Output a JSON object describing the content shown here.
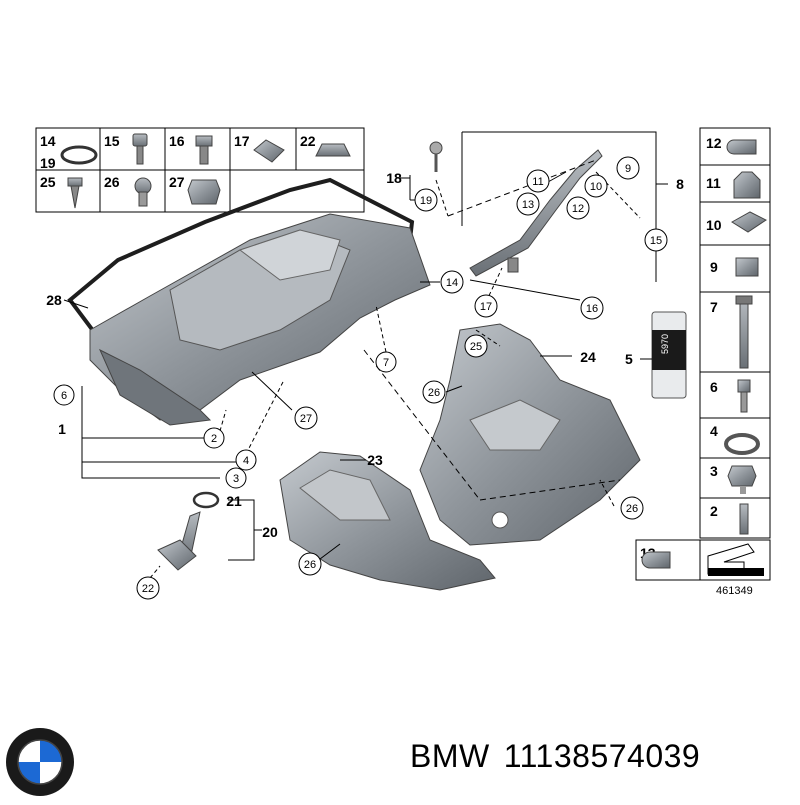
{
  "diagram": {
    "reference_number": "461349",
    "left_grid": [
      {
        "label": "14"
      },
      {
        "label": "15"
      },
      {
        "label": "16"
      },
      {
        "label": "17"
      },
      {
        "label": "22"
      },
      {
        "label": "19"
      },
      {
        "label": "25"
      },
      {
        "label": "26"
      },
      {
        "label": "27"
      }
    ],
    "right_column": [
      {
        "label": "12"
      },
      {
        "label": "11"
      },
      {
        "label": "10"
      },
      {
        "label": "9"
      },
      {
        "label": "7"
      },
      {
        "label": "6"
      },
      {
        "label": "4"
      },
      {
        "label": "3"
      },
      {
        "label": "2"
      }
    ],
    "bottom_right_label": "13",
    "sealant_label": "5",
    "callouts": [
      {
        "label": "28"
      },
      {
        "label": "6"
      },
      {
        "label": "1"
      },
      {
        "label": "2"
      },
      {
        "label": "4"
      },
      {
        "label": "3"
      },
      {
        "label": "27"
      },
      {
        "label": "7"
      },
      {
        "label": "14"
      },
      {
        "label": "18"
      },
      {
        "label": "19"
      },
      {
        "label": "11"
      },
      {
        "label": "13"
      },
      {
        "label": "12"
      },
      {
        "label": "10"
      },
      {
        "label": "9"
      },
      {
        "label": "8"
      },
      {
        "label": "15"
      },
      {
        "label": "17"
      },
      {
        "label": "16"
      },
      {
        "label": "25"
      },
      {
        "label": "24"
      },
      {
        "label": "26"
      },
      {
        "label": "26"
      },
      {
        "label": "23"
      },
      {
        "label": "26"
      },
      {
        "label": "21"
      },
      {
        "label": "20"
      },
      {
        "label": "22"
      }
    ],
    "tube_text": "5970"
  },
  "footer": {
    "brand": "BMW",
    "part_number": "11138574039"
  },
  "colors": {
    "line": "#000000",
    "part_fill": "#9aa0a6",
    "part_dark": "#6e747a",
    "logo_blue": "#1c69d4"
  },
  "icons": [
    "bmw-logo-icon",
    "sealant-tube-icon"
  ]
}
